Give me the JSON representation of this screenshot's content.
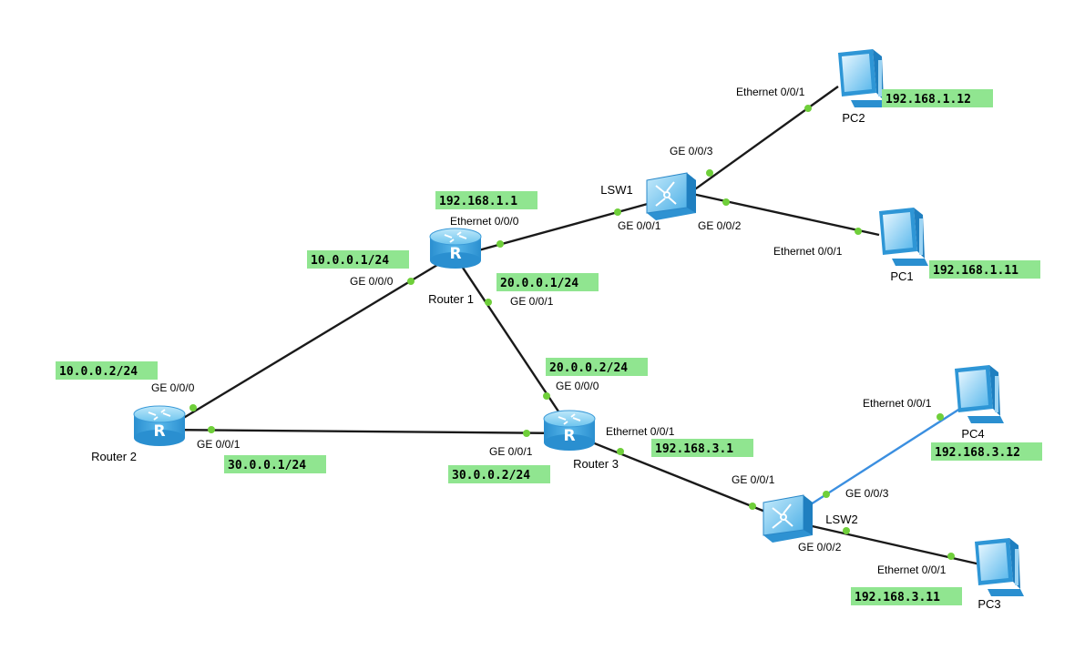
{
  "devices": {
    "router1": {
      "name": "Router 1"
    },
    "router2": {
      "name": "Router 2"
    },
    "router3": {
      "name": "Router 3"
    },
    "lsw1": {
      "name": "LSW1"
    },
    "lsw2": {
      "name": "LSW2"
    },
    "pc1": {
      "name": "PC1"
    },
    "pc2": {
      "name": "PC2"
    },
    "pc3": {
      "name": "PC3"
    },
    "pc4": {
      "name": "PC4"
    }
  },
  "interfaces": {
    "r1_eth000": "Ethernet 0/0/0",
    "r1_ge000": "GE 0/0/0",
    "r1_ge001": "GE 0/0/1",
    "r2_ge000": "GE 0/0/0",
    "r2_ge001": "GE 0/0/1",
    "r3_ge000": "GE 0/0/0",
    "r3_ge001": "GE 0/0/1",
    "r3_eth001": "Ethernet 0/0/1",
    "lsw1_ge001": "GE 0/0/1",
    "lsw1_ge002": "GE 0/0/2",
    "lsw1_ge003": "GE 0/0/3",
    "lsw2_ge001": "GE 0/0/1",
    "lsw2_ge002": "GE 0/0/2",
    "lsw2_ge003": "GE 0/0/3",
    "pc1_eth": "Ethernet 0/0/1",
    "pc2_eth": "Ethernet 0/0/1",
    "pc3_eth": "Ethernet 0/0/1",
    "pc4_eth": "Ethernet 0/0/1"
  },
  "ip_labels": {
    "r1_lan": "192.168.1.1",
    "r1_ge000": "10.0.0.1/24",
    "r1_ge001": "20.0.0.1/24",
    "r2_ge000": "10.0.0.2/24",
    "r2_ge001": "30.0.0.1/24",
    "r3_ge000": "20.0.0.2/24",
    "r3_ge001": "30.0.0.2/24",
    "r3_lan": "192.168.3.1",
    "pc1": "192.168.1.11",
    "pc2": "192.168.1.12",
    "pc3": "192.168.3.11",
    "pc4": "192.168.3.12"
  },
  "colors": {
    "ip_label_bg": "#90e590",
    "port_dot": "#6fcf3a",
    "link": "#1a1a1a",
    "link_highlight": "#3b8fe0",
    "device_blue": "#3aa0dc"
  }
}
